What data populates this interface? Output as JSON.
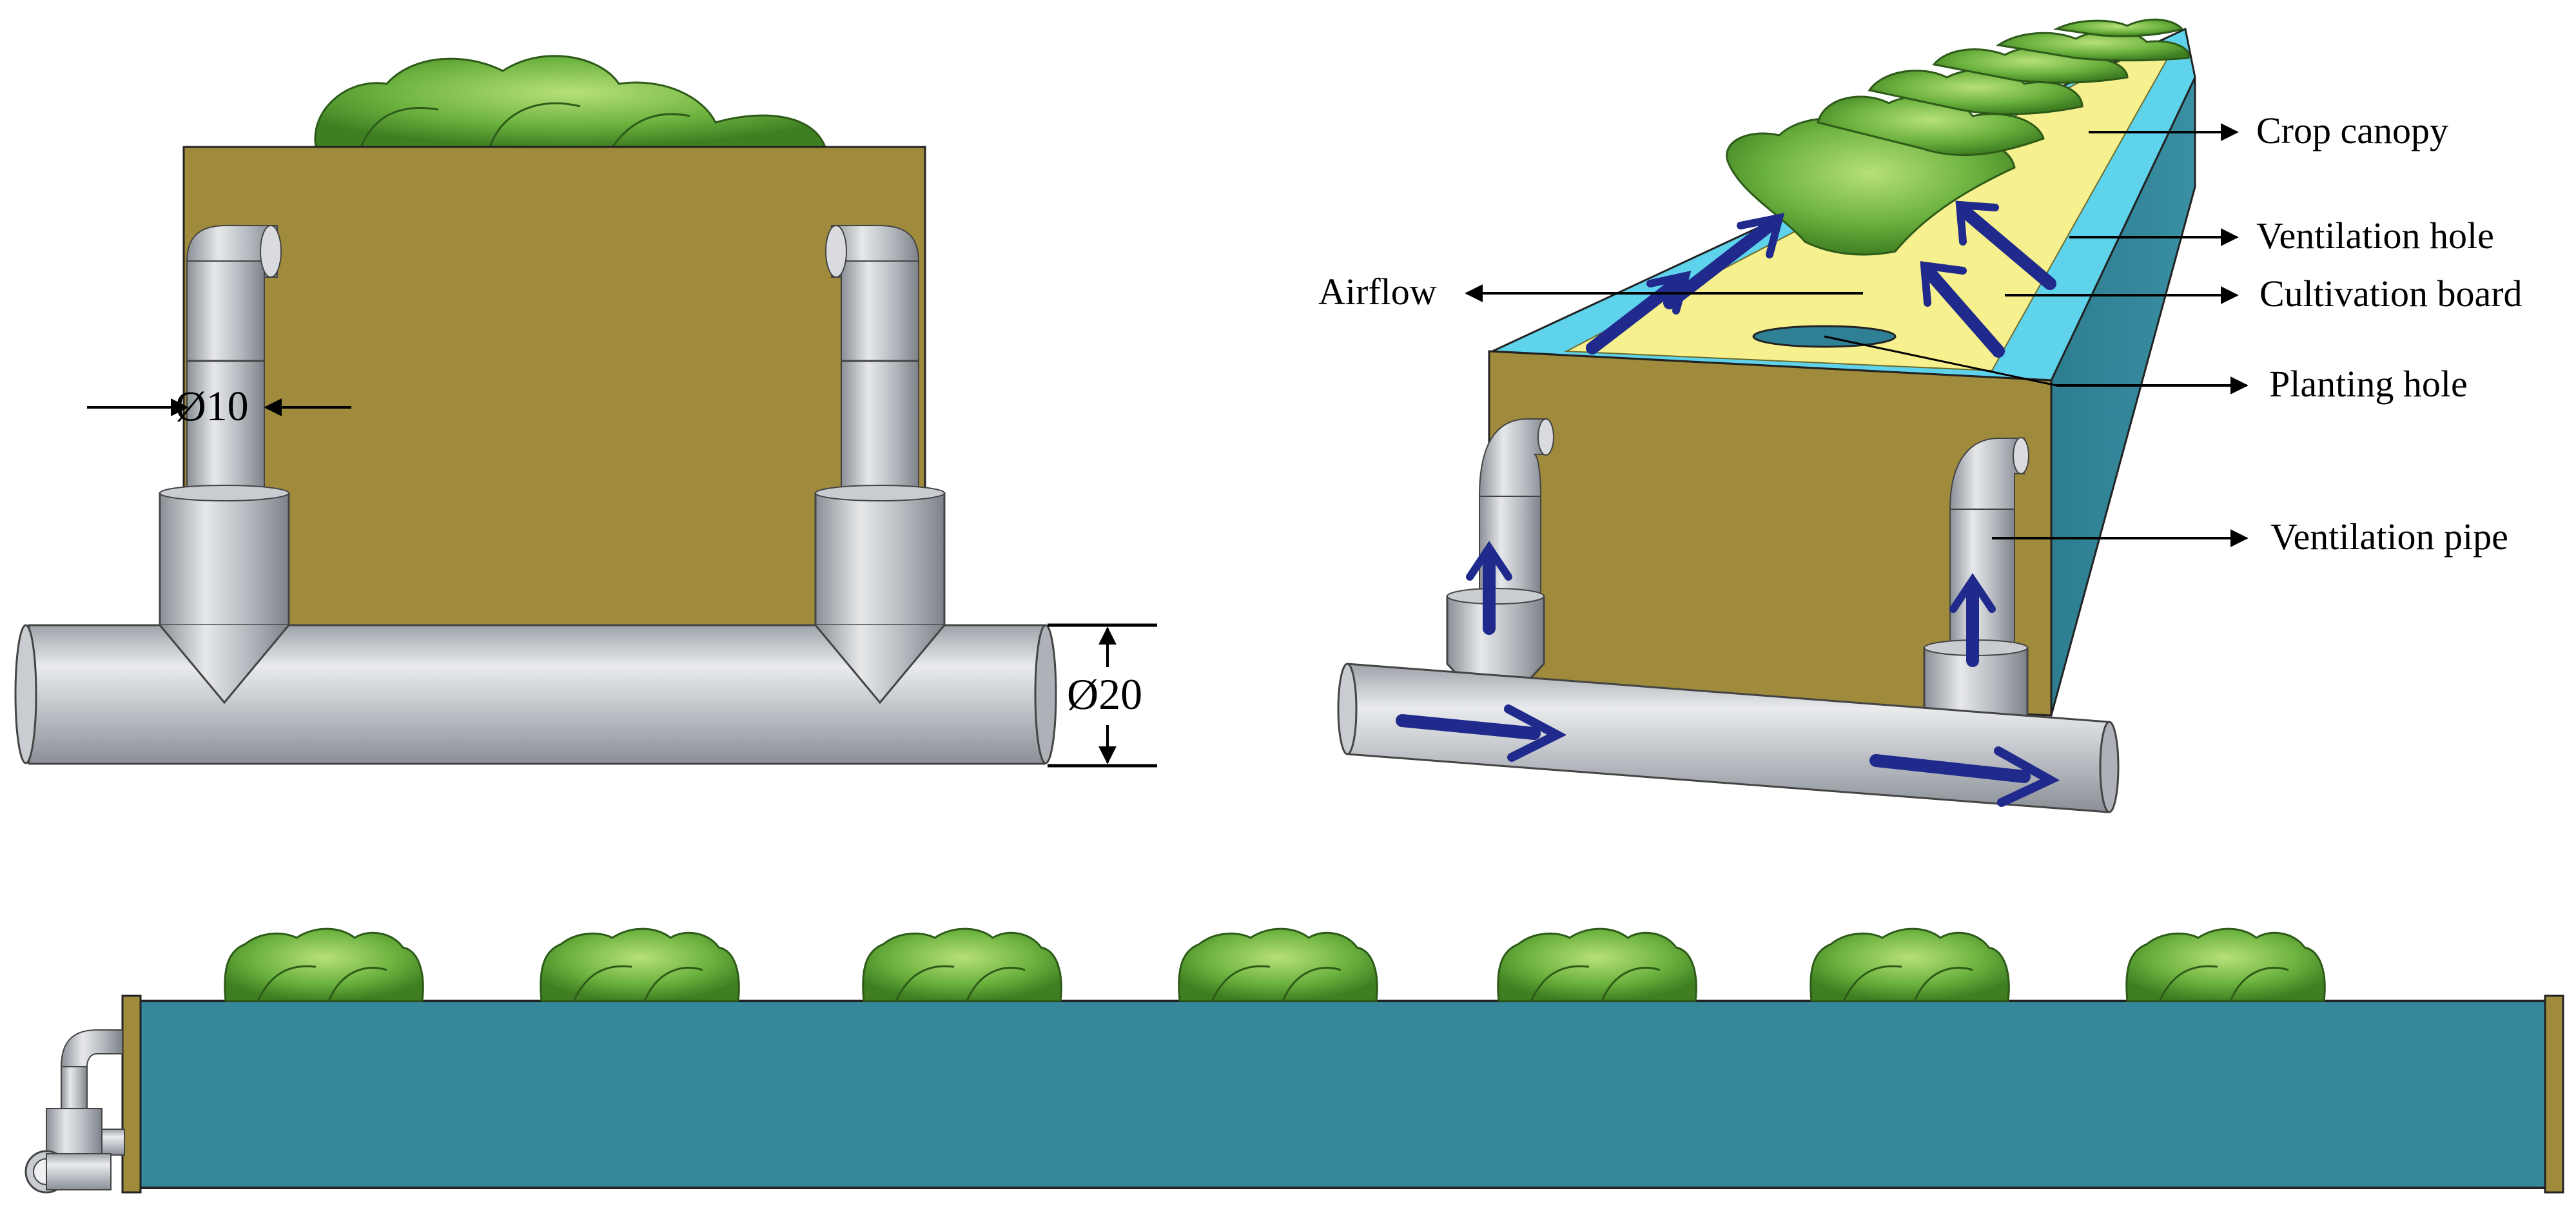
{
  "front_view": {
    "dim_small": "Ø10",
    "dim_large": "Ø20"
  },
  "perspective_view": {
    "labels": {
      "crop_canopy": "Crop canopy",
      "ventilation_hole": "Ventilation hole",
      "cultivation_board": "Cultivation board",
      "planting_hole": "Planting hole",
      "ventilation_pipe": "Ventilation pipe",
      "airflow": "Airflow"
    }
  },
  "side_view": {
    "plant_count": 7
  },
  "colors": {
    "box_tan": "#a08a3c",
    "box_teal": "#36879a",
    "board_yellow": "#f6f08e",
    "channel_cyan": "#5fd3ec",
    "pipe_gray": "#b8bcc2",
    "lettuce_green": "#6db33f",
    "arrow_navy": "#1f2a8c"
  }
}
